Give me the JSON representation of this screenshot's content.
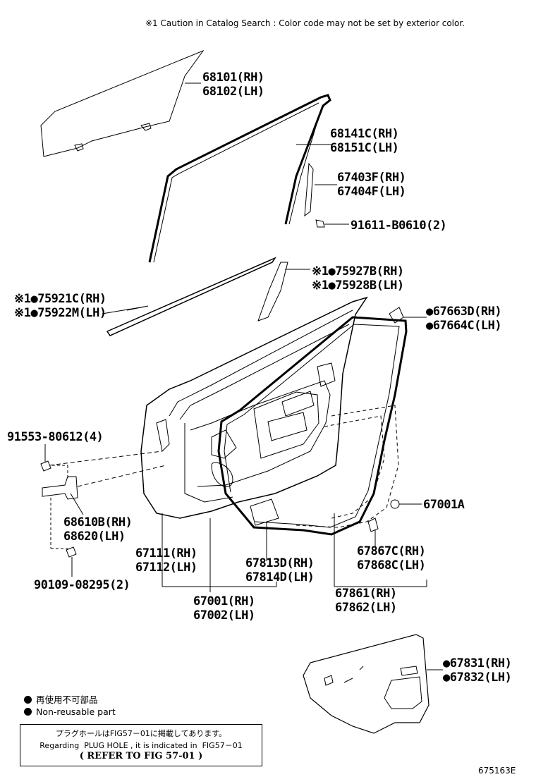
{
  "caution": "※1 Caution in Catalog Search : Color code may not be set by exterior color.",
  "parts": [
    {
      "id": "p1",
      "lines": [
        "68101(RH)",
        "68102(LH)"
      ]
    },
    {
      "id": "p2",
      "lines": [
        "68141C(RH)",
        "68151C(LH)"
      ]
    },
    {
      "id": "p3",
      "lines": [
        "67403F(RH)",
        "67404F(LH)"
      ]
    },
    {
      "id": "p4",
      "lines": [
        "91611-B0610(2)"
      ]
    },
    {
      "id": "p5",
      "lines": [
        "※1●75927B(RH)",
        "※1●75928B(LH)"
      ]
    },
    {
      "id": "p6",
      "lines": [
        "※1●75921C(RH)",
        "※1●75922M(LH)"
      ]
    },
    {
      "id": "p7",
      "lines": [
        "●67663D(RH)",
        "●67664C(LH)"
      ]
    },
    {
      "id": "p8",
      "lines": [
        "91553-80612(4)"
      ]
    },
    {
      "id": "p9",
      "lines": [
        "67001A"
      ]
    },
    {
      "id": "p10",
      "lines": [
        "68610B(RH)",
        "68620(LH)"
      ]
    },
    {
      "id": "p11",
      "lines": [
        "67111(RH)",
        "67112(LH)"
      ]
    },
    {
      "id": "p12",
      "lines": [
        "67813D(RH)",
        "67814D(LH)"
      ]
    },
    {
      "id": "p13",
      "lines": [
        "67867C(RH)",
        "67868C(LH)"
      ]
    },
    {
      "id": "p14",
      "lines": [
        "90109-08295(2)"
      ]
    },
    {
      "id": "p15",
      "lines": [
        "67001(RH)",
        "67002(LH)"
      ]
    },
    {
      "id": "p16",
      "lines": [
        "67861(RH)",
        "67862(LH)"
      ]
    },
    {
      "id": "p17",
      "lines": [
        "●67831(RH)",
        "●67832(LH)"
      ]
    }
  ],
  "legend": {
    "jp": "再使用不可部品",
    "en": "Non-reusable part"
  },
  "note": {
    "line1": "プラグホールはFIG57－01に掲載してあります。",
    "line2": "Regarding  PLUG HOLE , it is indicated in  FIG57－01",
    "line3": "( REFER TO FIG 57-01 )"
  },
  "illustration_number": "675163E"
}
